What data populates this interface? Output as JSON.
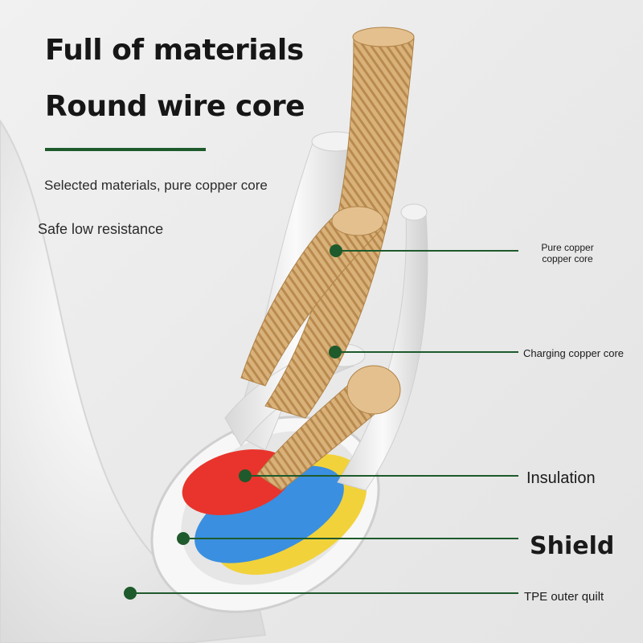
{
  "headline": {
    "line1": "Full of materials",
    "line2": "Round wire core"
  },
  "subtext": {
    "line1": "Selected materials, pure copper core",
    "line2": "Safe low resistance"
  },
  "callouts": [
    {
      "label": "Pure copper copper core"
    },
    {
      "label": "Charging copper core"
    },
    {
      "label": "Insulation"
    },
    {
      "label": "Shield"
    },
    {
      "label": "TPE outer quilt"
    }
  ],
  "colors": {
    "accent_green": "#1e5a2c",
    "copper": "#d9b27a",
    "insulation_red": "#e8342c",
    "shield_blue": "#3a8fe0",
    "jacket_yellow": "#f2d23a",
    "jacket_white": "#f4f4f4"
  }
}
